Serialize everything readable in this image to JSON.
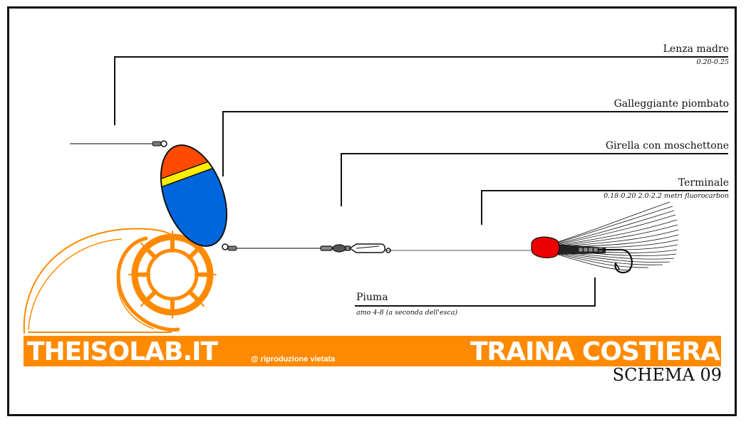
{
  "labels": {
    "lenza": {
      "name": "Lenza madre",
      "sub": "0.20-0.25"
    },
    "galleggiante": {
      "name": "Galleggiante piombato"
    },
    "girella": {
      "name": "Girella con moschettone"
    },
    "terminale": {
      "name": "Terminale",
      "sub": "0.18-0.20 2.0-2.2 metri fluorocarbon"
    },
    "piuma": {
      "name": "Piuma",
      "sub": "amo 4-8 (a seconda dell'esca)"
    }
  },
  "banner": {
    "brand": "THEISOLAB.IT",
    "rights": "@ riproduzione vietata",
    "title": "TRAINA COSTIERA",
    "schema": "SCHEMA 09"
  },
  "colors": {
    "accent": "#ff8a00",
    "float_top": "#ff4a00",
    "float_band": "#ffee00",
    "float_body": "#0066dd",
    "lure_head": "#ee0000"
  },
  "icons": [
    "logo-wheel-icon",
    "float-icon",
    "swivel-icon",
    "feather-lure-icon",
    "hook-icon"
  ]
}
